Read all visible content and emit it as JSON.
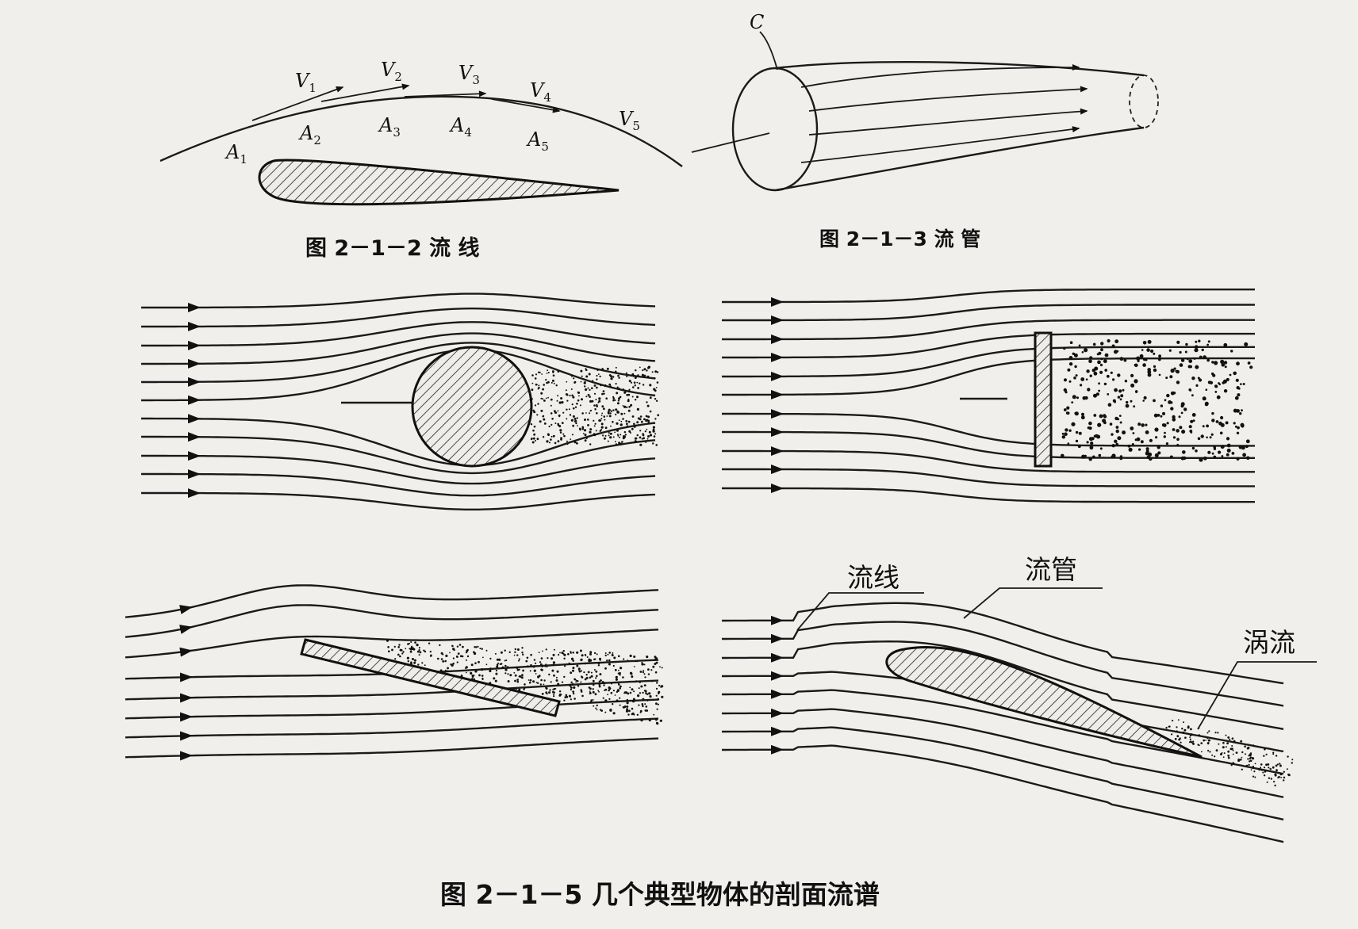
{
  "figures": {
    "streamline": {
      "caption": "图 2－1－2 流 线",
      "velocity_labels": [
        "V1",
        "V2",
        "V3",
        "V4",
        "V5"
      ],
      "area_labels": [
        "A1",
        "A2",
        "A3",
        "A4",
        "A5"
      ]
    },
    "streamtube": {
      "caption": "图 2－1－3 流 管",
      "curve_label": "C"
    },
    "flow_patterns": {
      "caption": "图 2－1－5 几个典型物体的剖面流谱",
      "labels": {
        "streamline": "流线",
        "streamtube": "流管",
        "vortex": "涡流"
      }
    }
  }
}
